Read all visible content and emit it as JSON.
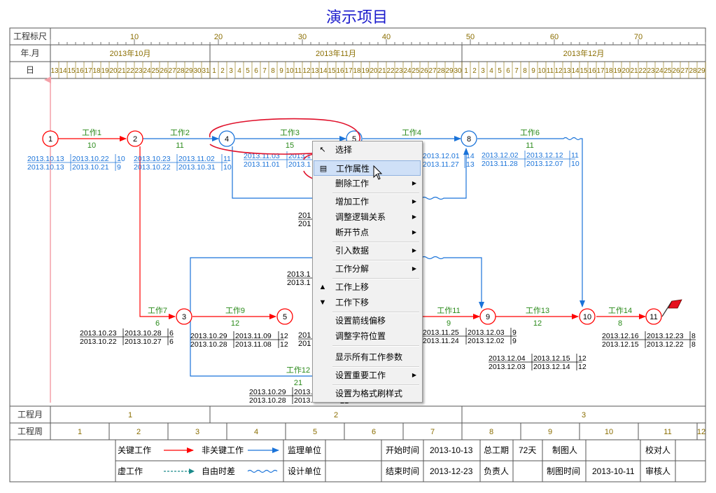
{
  "title": "演示项目",
  "scale_header": {
    "ruler_label": "工程标尺",
    "ruler_ticks": [
      "10",
      "20",
      "30",
      "40",
      "50",
      "60",
      "70"
    ],
    "month_label": "年.月",
    "months": [
      "2013年10月",
      "2013年11月",
      "2013年12月"
    ],
    "day_label": "日",
    "days": [
      "13",
      "14",
      "15",
      "16",
      "17",
      "18",
      "19",
      "20",
      "21",
      "22",
      "23",
      "24",
      "25",
      "26",
      "27",
      "28",
      "29",
      "30",
      "31",
      "1",
      "2",
      "3",
      "4",
      "5",
      "6",
      "7",
      "8",
      "9",
      "10",
      "11",
      "12",
      "13",
      "14",
      "15",
      "16",
      "17",
      "18",
      "19",
      "20",
      "21",
      "22",
      "23",
      "24",
      "25",
      "26",
      "27",
      "28",
      "29",
      "30",
      "1",
      "2",
      "3",
      "4",
      "5",
      "6",
      "7",
      "8",
      "9",
      "10",
      "11",
      "12",
      "13",
      "14",
      "15",
      "16",
      "17",
      "18",
      "19",
      "20",
      "21",
      "22",
      "23",
      "24",
      "25",
      "26",
      "27",
      "28",
      "29"
    ]
  },
  "network": {
    "nodes": [
      "1",
      "2",
      "4",
      "5",
      "8",
      "3",
      "5",
      "9",
      "10",
      "11"
    ],
    "tasks": [
      {
        "name": "工作1",
        "duration": "10",
        "es": "2013.10.13",
        "ef": "2013.10.22",
        "tf": "10",
        "ls": "2013.10.13",
        "lf": "2013.10.21",
        "ff": "9"
      },
      {
        "name": "工作2",
        "duration": "11",
        "es": "2013.10.23",
        "ef": "2013.11.02",
        "tf": "11",
        "ls": "2013.10.22",
        "lf": "2013.10.31",
        "ff": "10"
      },
      {
        "name": "工作3",
        "duration": "15",
        "es": "2013.11.03",
        "ef": "2013.1",
        "ls": "2013.11.01",
        "lf": "2013.1"
      },
      {
        "name": "工作4",
        "ef": "2013.12.01",
        "tf": "14",
        "lf": "2013.11.27",
        "ff": "13"
      },
      {
        "name": "工作6",
        "duration": "11",
        "es": "2013.12.02",
        "ef": "2013.12.12",
        "tf": "11",
        "ls": "2013.11.28",
        "lf": "2013.12.07",
        "ff": "10"
      },
      {
        "name": "工作7",
        "duration": "6",
        "es": "2013.10.23",
        "ef": "2013.10.28",
        "tf": "6",
        "ls": "2013.10.22",
        "lf": "2013.10.27",
        "ff": "6"
      },
      {
        "name": "工作9",
        "duration": "12",
        "es": "2013.10.29",
        "ef": "2013.11.09",
        "tf": "12",
        "ls": "2013.10.28",
        "lf": "2013.11.08",
        "ff": "12"
      },
      {
        "name": "工作11",
        "duration": "9",
        "es": "2013.11.25",
        "ef": "2013.12.03",
        "tf": "9",
        "ls": "2013.11.24",
        "lf": "2013.12.02",
        "ff": "9"
      },
      {
        "name": "工作13",
        "duration": "12",
        "es": "2013.12.04",
        "ef": "2013.12.15",
        "tf": "12",
        "ls": "2013.12.03",
        "lf": "2013.12.14",
        "ff": "12"
      },
      {
        "name": "工作14",
        "duration": "8",
        "es": "2013.12.16",
        "ef": "2013.12.23",
        "tf": "8",
        "ls": "2013.12.15",
        "lf": "2013.12.22",
        "ff": "8"
      },
      {
        "name": "工作12",
        "duration": "21",
        "es": "2013.10.29",
        "ef": "2013.1",
        "ls": "2013.10.28",
        "lf": "2013.1"
      }
    ],
    "fragments": [
      "201",
      "201",
      "2013.1",
      "2013.1",
      "201",
      "201",
      "21"
    ]
  },
  "footer": {
    "month_label": "工程月",
    "months": [
      "1",
      "2",
      "3"
    ],
    "week_label": "工程周",
    "weeks": [
      "1",
      "2",
      "3",
      "4",
      "5",
      "6",
      "7",
      "8",
      "9",
      "10",
      "11",
      "12"
    ],
    "legend": {
      "critical": "关键工作",
      "noncritical": "非关键工作",
      "dummy": "虚工作",
      "float": "自由时差"
    },
    "info": {
      "supervisor": "监理单位",
      "designer": "设计单位",
      "start_label": "开始时间",
      "start_value": "2013-10-13",
      "end_label": "结束时间",
      "end_value": "2013-12-23",
      "duration_label": "总工期",
      "duration_value": "72天",
      "owner_label": "负责人",
      "drawer_label": "制图人",
      "draw_time_label": "制图时间",
      "draw_time_value": "2013-10-11",
      "checker_label": "校对人",
      "reviewer_label": "审核人"
    }
  },
  "context_menu": {
    "items": [
      {
        "label": "选择",
        "icon": "select-cursor-icon",
        "submenu": false
      },
      {
        "label": "工作属性",
        "icon": "properties-icon",
        "submenu": false,
        "highlighted": true
      },
      {
        "label": "删除工作",
        "submenu": true
      },
      {
        "label": "增加工作",
        "submenu": true
      },
      {
        "label": "调整逻辑关系",
        "submenu": true
      },
      {
        "label": "断开节点",
        "submenu": true
      },
      {
        "label": "引入数据",
        "submenu": true
      },
      {
        "label": "工作分解",
        "submenu": true
      },
      {
        "label": "工作上移",
        "icon": "move-up-icon",
        "submenu": false
      },
      {
        "label": "工作下移",
        "icon": "move-down-icon",
        "submenu": false
      },
      {
        "label": "设置箭线偏移",
        "submenu": false
      },
      {
        "label": "调整字符位置",
        "submenu": false
      },
      {
        "label": "显示所有工作参数",
        "submenu": false
      },
      {
        "label": "设置重要工作",
        "submenu": true
      },
      {
        "label": "设置为格式刷样式",
        "submenu": false
      }
    ]
  },
  "colors": {
    "critical": "#ff0000",
    "noncritical": "#1a73d9",
    "label_green": "#2a8a1a",
    "scale_text": "#8a6d00",
    "title": "#1a1acc",
    "annotation": "#e0102a"
  }
}
